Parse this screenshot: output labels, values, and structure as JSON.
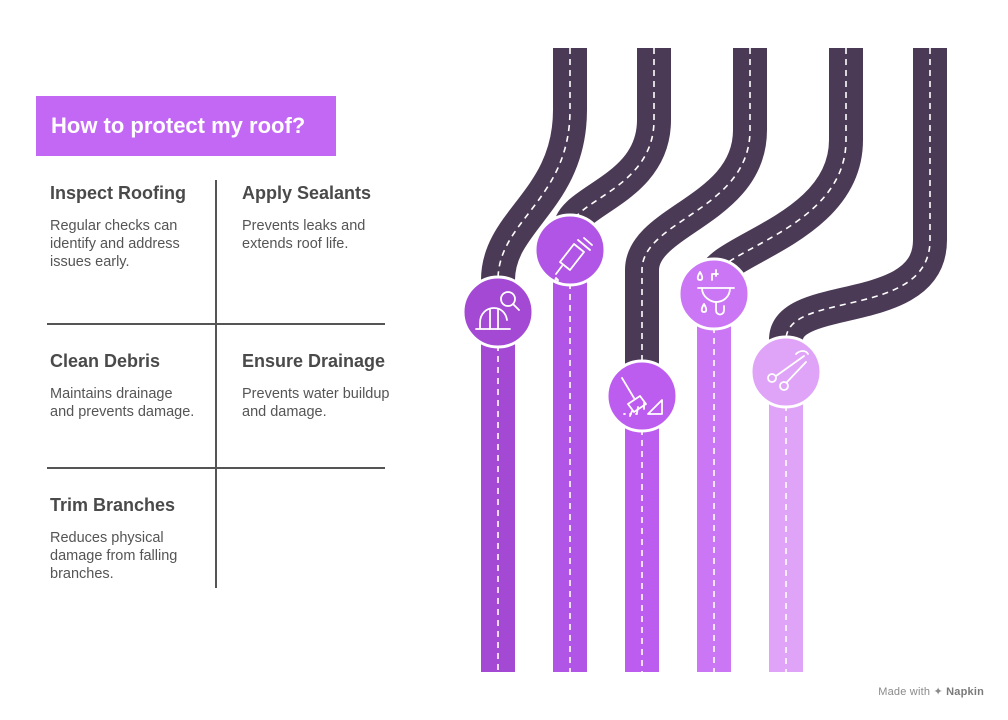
{
  "title": "How to protect my roof?",
  "steps": [
    {
      "heading": "Inspect Roofing",
      "text": "Regular checks can identify and address issues early.",
      "icon": "helmet-search-icon",
      "color": "#a349d4"
    },
    {
      "heading": "Apply Sealants",
      "text": "Prevents leaks and extends roof life.",
      "icon": "glue-bottle-icon",
      "color": "#b055e5"
    },
    {
      "heading": "Clean Debris",
      "text": "Maintains drainage and prevents damage.",
      "icon": "rake-icon",
      "color": "#bd5df0"
    },
    {
      "heading": "Ensure Drainage",
      "text": "Prevents water buildup and damage.",
      "icon": "sink-drain-icon",
      "color": "#cb77f5"
    },
    {
      "heading": "Trim Branches",
      "text": "Reduces physical damage from falling branches.",
      "icon": "scissors-icon",
      "color": "#dfa3f8"
    }
  ],
  "road_color": "#4b3a55",
  "footer": {
    "prefix": "Made with",
    "brand": "Napkin"
  }
}
